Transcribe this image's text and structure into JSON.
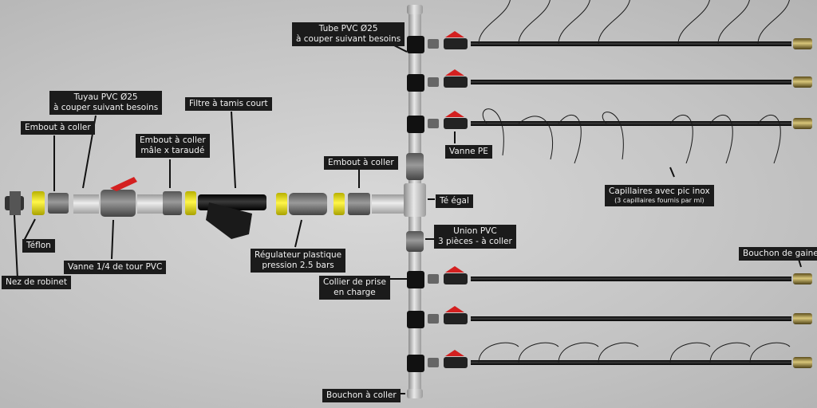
{
  "labels": {
    "tuyau_pvc": "Tuyau PVC Ø25\nà couper suivant besoins",
    "embout_coller_left": "Embout à coller",
    "filtre": "Filtre à tamis court",
    "embout_male": "Embout à coller\nmâle x taraudé",
    "embout_coller_right": "Embout à coller",
    "tube_pvc": "Tube PVC Ø25\nà couper suivant besoins",
    "vanne_pe": "Vanne PE",
    "te_egal": "Té égal",
    "capillaires": "Capillaires avec pic inox",
    "capillaires_sub": "(3 capillaires fournis par ml)",
    "union_pvc": "Union PVC\n3 pièces - à coller",
    "bouchon_gaine": "Bouchon de gaine",
    "teflon": "Téflon",
    "vanne_quart": "Vanne 1/4 de tour PVC",
    "regulateur": "Régulateur plastique\npression 2.5 bars",
    "collier": "Collier de prise\nen charge",
    "nez_robinet": "Nez de robinet",
    "bouchon_coller": "Bouchon à coller"
  },
  "colors": {
    "pvc_grey": "#9a9a9a",
    "teflon_yellow": "#e7e10f",
    "valve_red": "#d42020",
    "hose_black": "#111111",
    "cap_brass": "#8a7a3a",
    "label_bg": "#1b1b1b"
  }
}
